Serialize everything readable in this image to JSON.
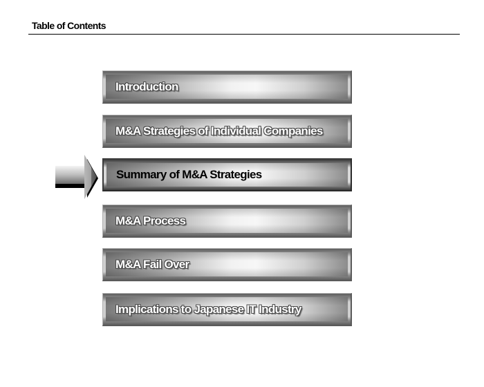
{
  "header": {
    "title": "Table of Contents"
  },
  "toc": {
    "items": [
      {
        "label": "Introduction",
        "active": false
      },
      {
        "label": "M&A Strategies of Individual Companies",
        "active": false
      },
      {
        "label": "Summary of M&A Strategies",
        "active": true
      },
      {
        "label": "M&A Process",
        "active": false
      },
      {
        "label": "M&A Fail Over",
        "active": false
      },
      {
        "label": "Implications to Japanese IT Industry",
        "active": false
      }
    ]
  },
  "indicator": {
    "icon": "right-arrow-icon",
    "points_to": "Summary of M&A Strategies"
  },
  "colors": {
    "text": "#000000",
    "rule": "#000000",
    "bar_highlight": "#f2f2f2",
    "bar_shadow": "#5a5a5a"
  }
}
